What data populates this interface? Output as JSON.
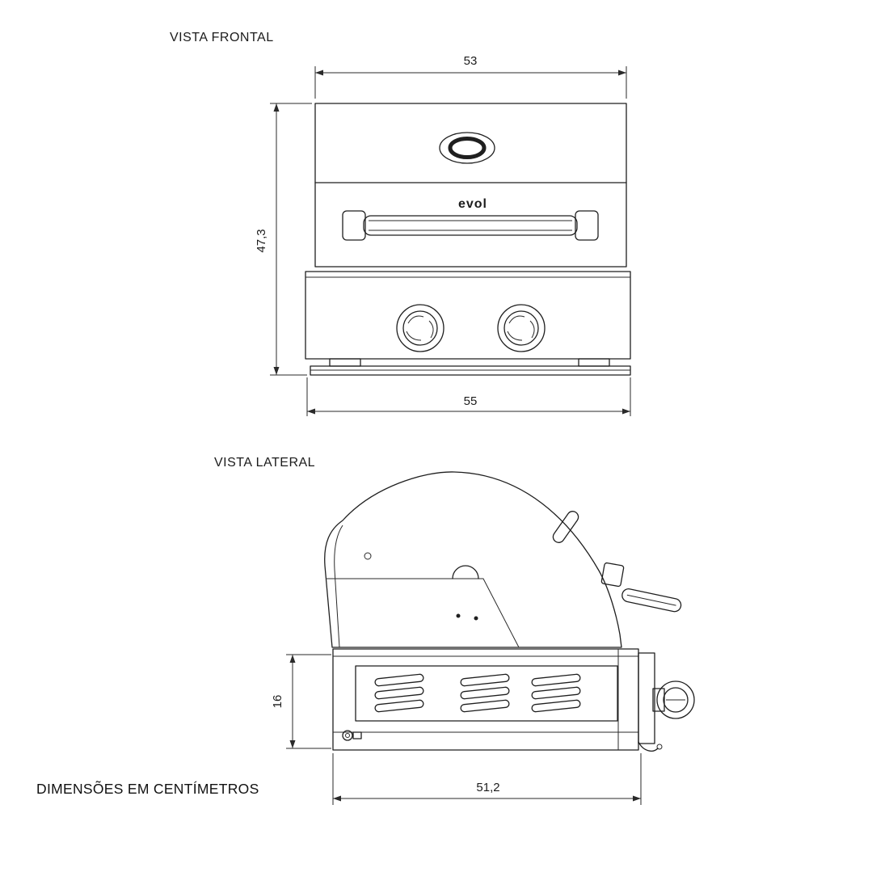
{
  "page": {
    "front_view_title": "VISTA FRONTAL",
    "side_view_title": "VISTA LATERAL",
    "units_note": "DIMENSÕES EM CENTÍMETROS",
    "brand_logo": "evol"
  },
  "dimensions_cm": {
    "front_top_width": "53",
    "front_height": "47,3",
    "front_bottom_width": "55",
    "side_box_height": "16",
    "side_width": "51,2"
  }
}
